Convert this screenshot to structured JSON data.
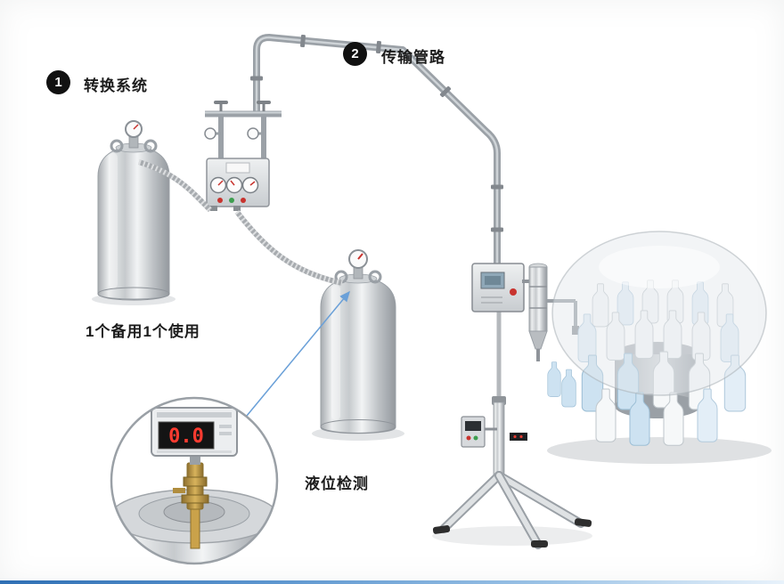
{
  "annotations": {
    "step1": {
      "number": "1",
      "label": "转换系统"
    },
    "step2": {
      "number": "2",
      "label": "传输管路"
    },
    "tanks_note": "1个备用1个使用",
    "level_note": "液位检测"
  },
  "inset": {
    "meter_value": "0.0"
  },
  "colors": {
    "accent_blue": "#6aa0d8",
    "badge_black": "#111111",
    "meter_red": "#ff3b30",
    "pipe_gray": "#9ba1a7",
    "bottom_bar_left": "#2f6fb4",
    "bottom_bar_right": "#e8f2fb"
  }
}
